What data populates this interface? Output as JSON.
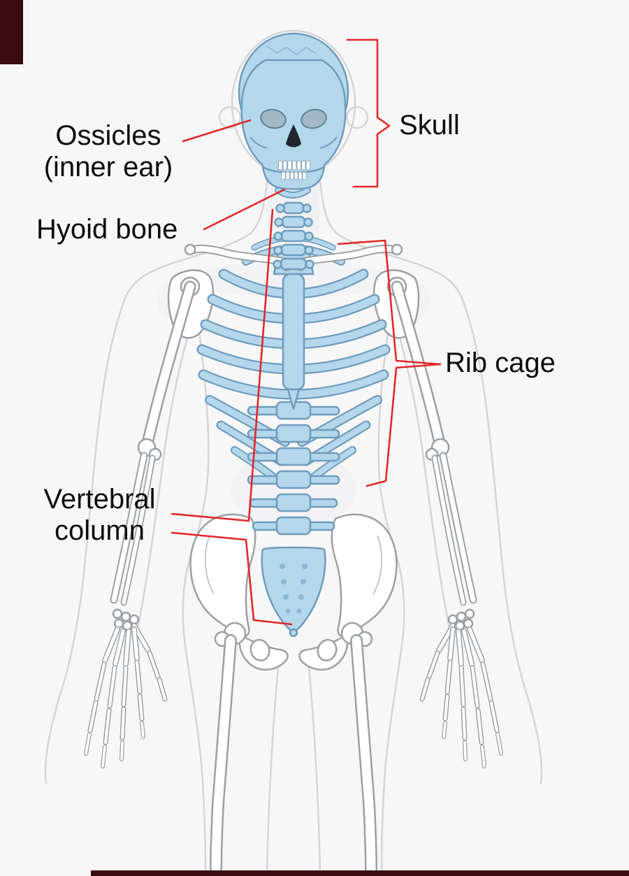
{
  "page": {
    "background_color": "#f7f7f8",
    "artifact_color": "#380b10"
  },
  "diagram": {
    "name": "Human axial skeleton (skull, vertebral column, rib cage highlighted)",
    "colors": {
      "highlight_fill": "#b5d7ec",
      "highlight_stroke": "#6e9cbb",
      "bone_fill": "#ffffff",
      "bone_stroke": "#9aa0a4",
      "silhouette_stroke": "#d5d5d8",
      "leader_line": "#e3272a",
      "label_text": "#0d0d0d"
    },
    "labels": {
      "ossicles": {
        "line1": "Ossicles",
        "line2": "(inner ear)"
      },
      "hyoid": {
        "text": "Hyoid bone"
      },
      "vertebral": {
        "line1": "Vertebral",
        "line2": "column"
      },
      "skull": {
        "text": "Skull"
      },
      "ribcage": {
        "text": "Rib cage"
      }
    }
  }
}
